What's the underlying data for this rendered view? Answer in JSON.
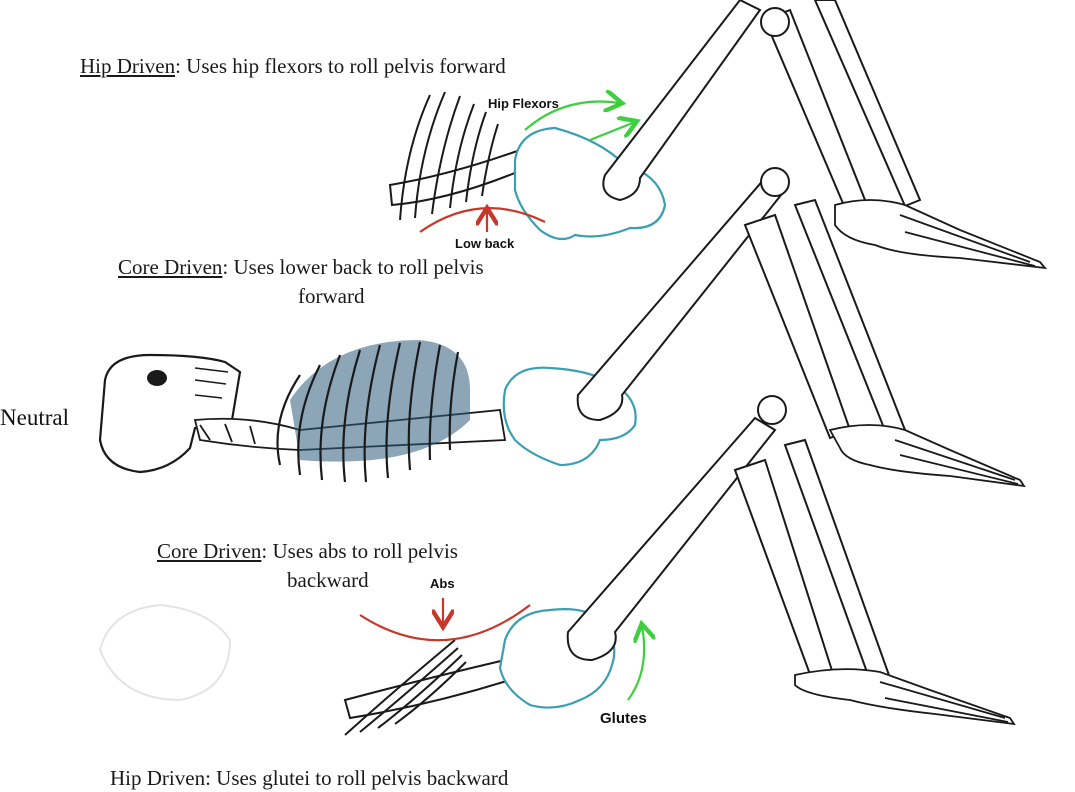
{
  "colors": {
    "ink": "#1a1a1a",
    "pelvis": "#3a9fb1",
    "spine_shade": "#2f5d7c",
    "hip_flexor_arrow": "#3ecf3e",
    "low_back_arrow": "#c8382a",
    "abs_arrow": "#c8382a",
    "glutes_arrow": "#3ecf3e"
  },
  "captions": {
    "hip_forward": {
      "term": "Hip Driven",
      "rest": ": Uses hip flexors to roll pelvis forward"
    },
    "core_forward": {
      "term": "Core Driven",
      "rest": ": Uses lower back to roll pelvis",
      "line2": "forward"
    },
    "core_backward": {
      "term": "Core Driven",
      "rest": ": Uses abs to roll pelvis",
      "line2": "backward"
    },
    "hip_backward": {
      "text": "Hip Driven: Uses glutei to roll pelvis backward"
    }
  },
  "labels": {
    "hip_flexors": "Hip Flexors",
    "low_back": "Low back",
    "abs": "Abs",
    "glutes": "Glutes",
    "neutral": "Neutral"
  },
  "icons": [
    "skeleton-skull-icon",
    "rib-cage-icon",
    "pelvis-icon",
    "femur-icon",
    "tibia-icon",
    "foot-icon",
    "arrow-icon"
  ]
}
